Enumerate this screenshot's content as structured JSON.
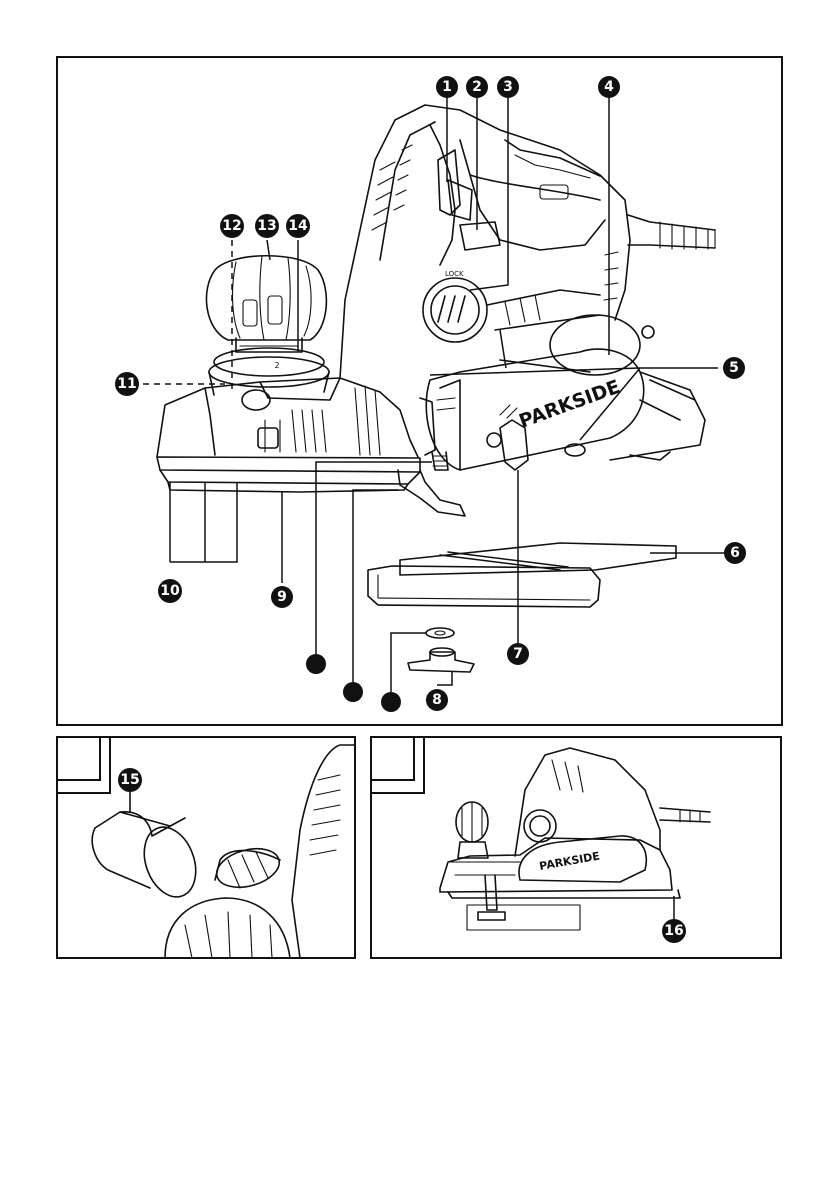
{
  "callouts": {
    "c1": "1",
    "c2": "2",
    "c3": "3",
    "c4": "4",
    "c5": "5",
    "c6": "6",
    "c7": "7",
    "c8": "8",
    "c9": "9",
    "c10": "10",
    "c11": "11",
    "c12": "12",
    "c13": "13",
    "c14": "14",
    "c15": "15",
    "c16": "16"
  },
  "brand": {
    "main_logo": "PARKSIDE",
    "panel_b_logo": "PARKSIDE"
  },
  "dial": {
    "lock": "LOCK",
    "scale": "2"
  }
}
